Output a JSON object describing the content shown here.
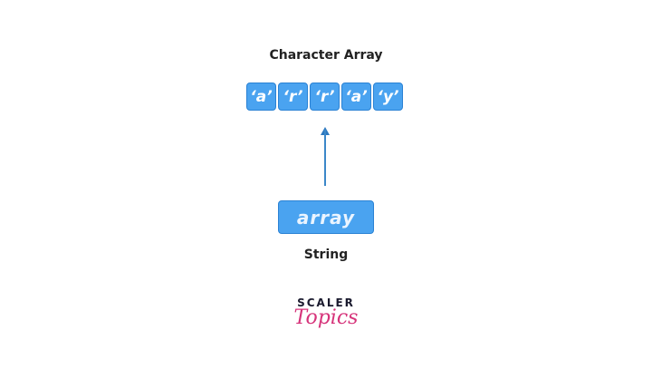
{
  "diagram": {
    "title": "Character Array",
    "cells": [
      "‘a’",
      "‘r’",
      "‘r’",
      "‘a’",
      "‘y’"
    ],
    "string_value": "array",
    "string_label": "String",
    "colors": {
      "cell_fill": "#4aa3f0",
      "cell_border": "#2b82d4",
      "arrow": "#3b87c9"
    }
  },
  "logo": {
    "line1": "SCALER",
    "line2": "Topics"
  }
}
